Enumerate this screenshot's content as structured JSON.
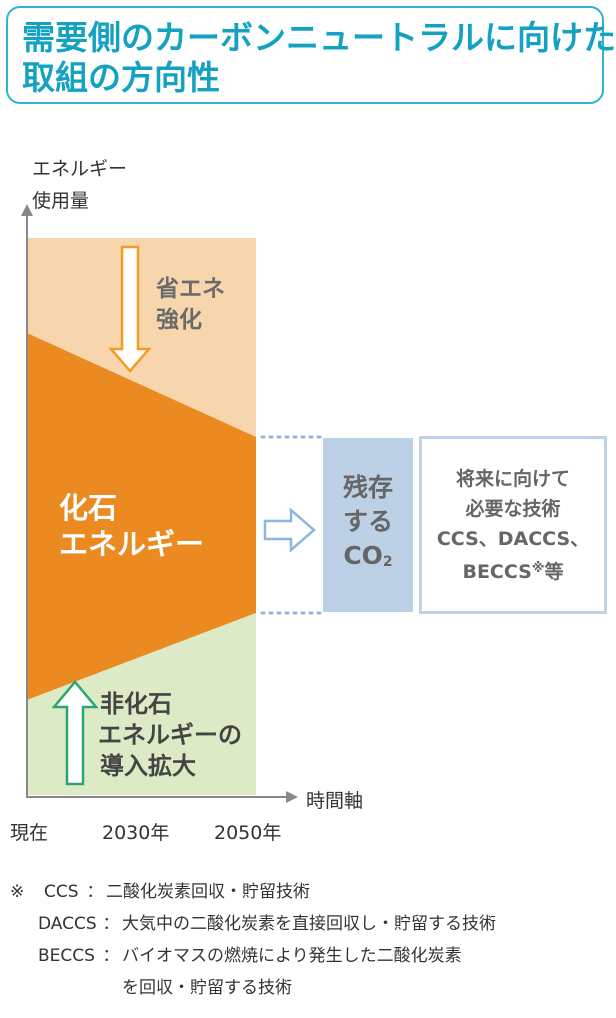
{
  "title": {
    "line1": "需要側のカーボンニュートラルに向けた",
    "line2": "取組の方向性"
  },
  "axes": {
    "y_label_line1": "エネルギー",
    "y_label_line2": "使用量",
    "x_label": "時間軸",
    "x_ticks": [
      "現在",
      "2030年",
      "2050年"
    ]
  },
  "regions": {
    "saving": {
      "line1": "省エネ",
      "line2": "強化",
      "color": "#f8d6ad"
    },
    "fossil": {
      "line1": "化石",
      "line2": "エネルギー",
      "color": "#ea8a21"
    },
    "nonfossil": {
      "line1": "非化石",
      "line2": "エネルギーの",
      "line3": "導入拡大",
      "color": "#dcebc6"
    }
  },
  "residual": {
    "line1": "残存",
    "line2": "する",
    "line3_main": "CO",
    "line3_sub": "2",
    "color": "#bdd1e6"
  },
  "future": {
    "line1": "将来に向けて",
    "line2": "必要な技術",
    "line3": "CCS、DACCS、",
    "line4_main": "BECCS",
    "line4_sup": "※",
    "line4_tail": "等"
  },
  "notes": {
    "mark": "※",
    "rows": [
      {
        "key": "CCS",
        "colon": "：",
        "text": "二酸化炭素回収・貯留技術"
      },
      {
        "key": "DACCS",
        "colon": "：",
        "text": "大気中の二酸化炭素を直接回収し・貯留する技術"
      },
      {
        "key": "BECCS",
        "colon": "：",
        "text": "バイオマスの燃焼により発生した二酸化炭素"
      }
    ],
    "continuation": "を回収・貯留する技術"
  },
  "arrow_colors": {
    "saving": "#f39c24",
    "nonfossil": "#2aa573",
    "residual": "#8fb6dc"
  }
}
